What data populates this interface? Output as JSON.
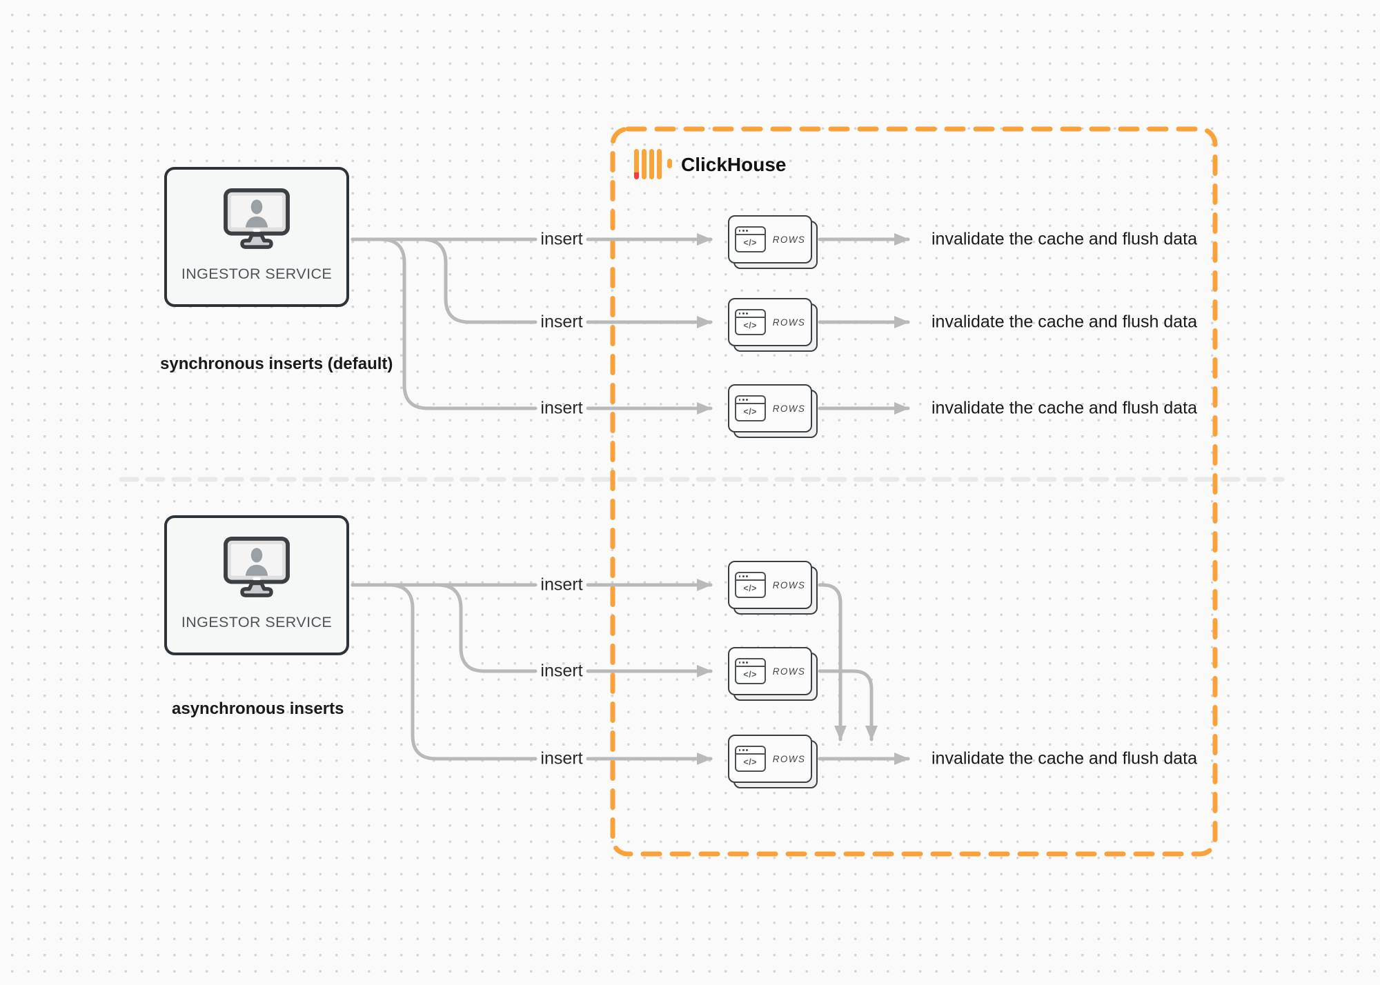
{
  "colors": {
    "boundary_orange": "#F9A23B",
    "logo_orange": "#F9A53A",
    "logo_red": "#FB3A3E",
    "connector_gray": "#b9b9b9",
    "divider_gray": "#e9e9e9"
  },
  "clickhouse": {
    "label": "ClickHouse"
  },
  "sync": {
    "section_label": "synchronous inserts (default)",
    "ingestor_label": "INGESTOR SERVICE",
    "rows": [
      {
        "insert_label": "insert",
        "card_label": "ROWS",
        "card_glyph": "</>",
        "result_label": "invalidate the cache and flush data"
      },
      {
        "insert_label": "insert",
        "card_label": "ROWS",
        "card_glyph": "</>",
        "result_label": "invalidate the cache and flush data"
      },
      {
        "insert_label": "insert",
        "card_label": "ROWS",
        "card_glyph": "</>",
        "result_label": "invalidate the cache and flush data"
      }
    ]
  },
  "async": {
    "section_label": "asynchronous inserts",
    "ingestor_label": "INGESTOR SERVICE",
    "rows": [
      {
        "insert_label": "insert",
        "card_label": "ROWS",
        "card_glyph": "</>"
      },
      {
        "insert_label": "insert",
        "card_label": "ROWS",
        "card_glyph": "</>"
      },
      {
        "insert_label": "insert",
        "card_label": "ROWS",
        "card_glyph": "</>"
      }
    ],
    "result_label": "invalidate the cache and flush data"
  }
}
